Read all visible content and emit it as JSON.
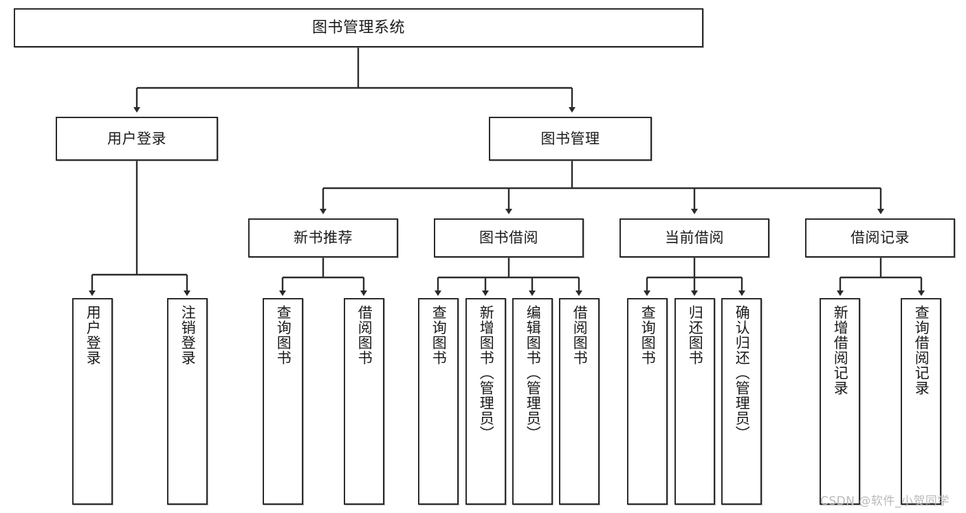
{
  "diagram": {
    "title": "图书管理系统",
    "type": "hierarchy-tree",
    "theme": {
      "background": "#ffffff",
      "box_border": "#2b2b2b",
      "box_fill": "#ffffff",
      "text": "#1a1a1a",
      "connector": "#2b2b2b",
      "watermark": "#b9b9b9"
    },
    "root": {
      "label": "图书管理系统"
    },
    "level2": [
      {
        "label": "用户登录"
      },
      {
        "label": "图书管理"
      }
    ],
    "level3": [
      {
        "label": "新书推荐"
      },
      {
        "label": "图书借阅"
      },
      {
        "label": "当前借阅"
      },
      {
        "label": "借阅记录"
      }
    ],
    "leaves": [
      {
        "label": "用户登录",
        "parent": "用户登录"
      },
      {
        "label": "注销登录",
        "parent": "用户登录"
      },
      {
        "label": "查询图书",
        "parent": "新书推荐"
      },
      {
        "label": "借阅图书",
        "parent": "新书推荐"
      },
      {
        "label": "查询图书",
        "parent": "图书借阅"
      },
      {
        "label": "新增图书（管理员）",
        "parent": "图书借阅"
      },
      {
        "label": "编辑图书（管理员）",
        "parent": "图书借阅"
      },
      {
        "label": "借阅图书",
        "parent": "图书借阅"
      },
      {
        "label": "查询图书",
        "parent": "当前借阅"
      },
      {
        "label": "归还图书",
        "parent": "当前借阅"
      },
      {
        "label": "确认归还（管理员）",
        "parent": "当前借阅"
      },
      {
        "label": "新增借阅记录",
        "parent": "借阅记录"
      },
      {
        "label": "查询借阅记录",
        "parent": "借阅记录"
      }
    ]
  },
  "watermark": {
    "text": "CSDN @软件_小贺同学"
  }
}
